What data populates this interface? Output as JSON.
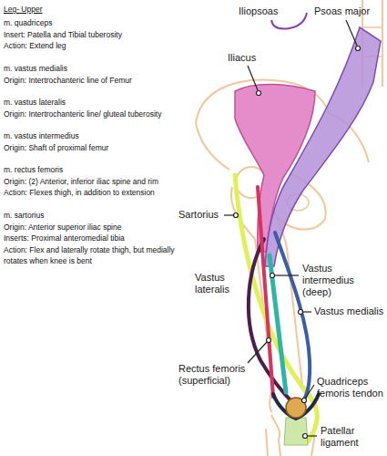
{
  "diagram": {
    "title": "Leg- Upper",
    "labels": [
      "m. quadriceps",
      "Insert: Patella and Tibial tuberosity",
      "Action: Extend leg",
      "m. vastus medialis",
      "Origin: Intertrochanteric line of Femur",
      "m. vastus lateralis",
      "Origin: Intertrochanteric line/ gluteal tuberosity",
      "m. vastus intermedius",
      "Origin: Shaft of proximal femur",
      "m. rectus femoris",
      "Origin: (2) Anterior, inferior iliac spine and rim",
      "Action: Flexes thigh, in addition to extension",
      "m. sartorius",
      "Origin: Anterior superior iliac spine",
      "Inserts: Proximal anteromedial tibia",
      "Action: Flex and laterally rotate thigh, but medially rotates when knee is bent",
      "Iliopsoas",
      "Psoas major",
      "Iliacus",
      "Sartorius",
      "Vastus lateralis",
      "Vastus intermedius (deep)",
      "Vastus medialis",
      "Rectus femoris (superficial)",
      "Quadriceps femoris tendon",
      "Patellar ligament"
    ]
  }
}
